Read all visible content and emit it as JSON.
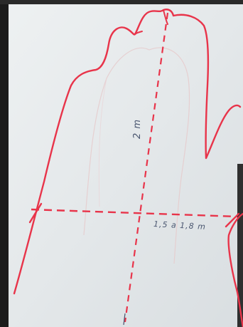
{
  "image": {
    "subject": "hand-outline-drawing",
    "colors": {
      "paper": "#e4e8ea",
      "outline": "#e8344a",
      "faint_outline": "#e6c9cb",
      "label_ink": "#4a5670",
      "border_dark": "#1c1c1c"
    }
  },
  "measurements": {
    "height_label": "2 m",
    "width_label": "1,5 a 1,8 m"
  }
}
